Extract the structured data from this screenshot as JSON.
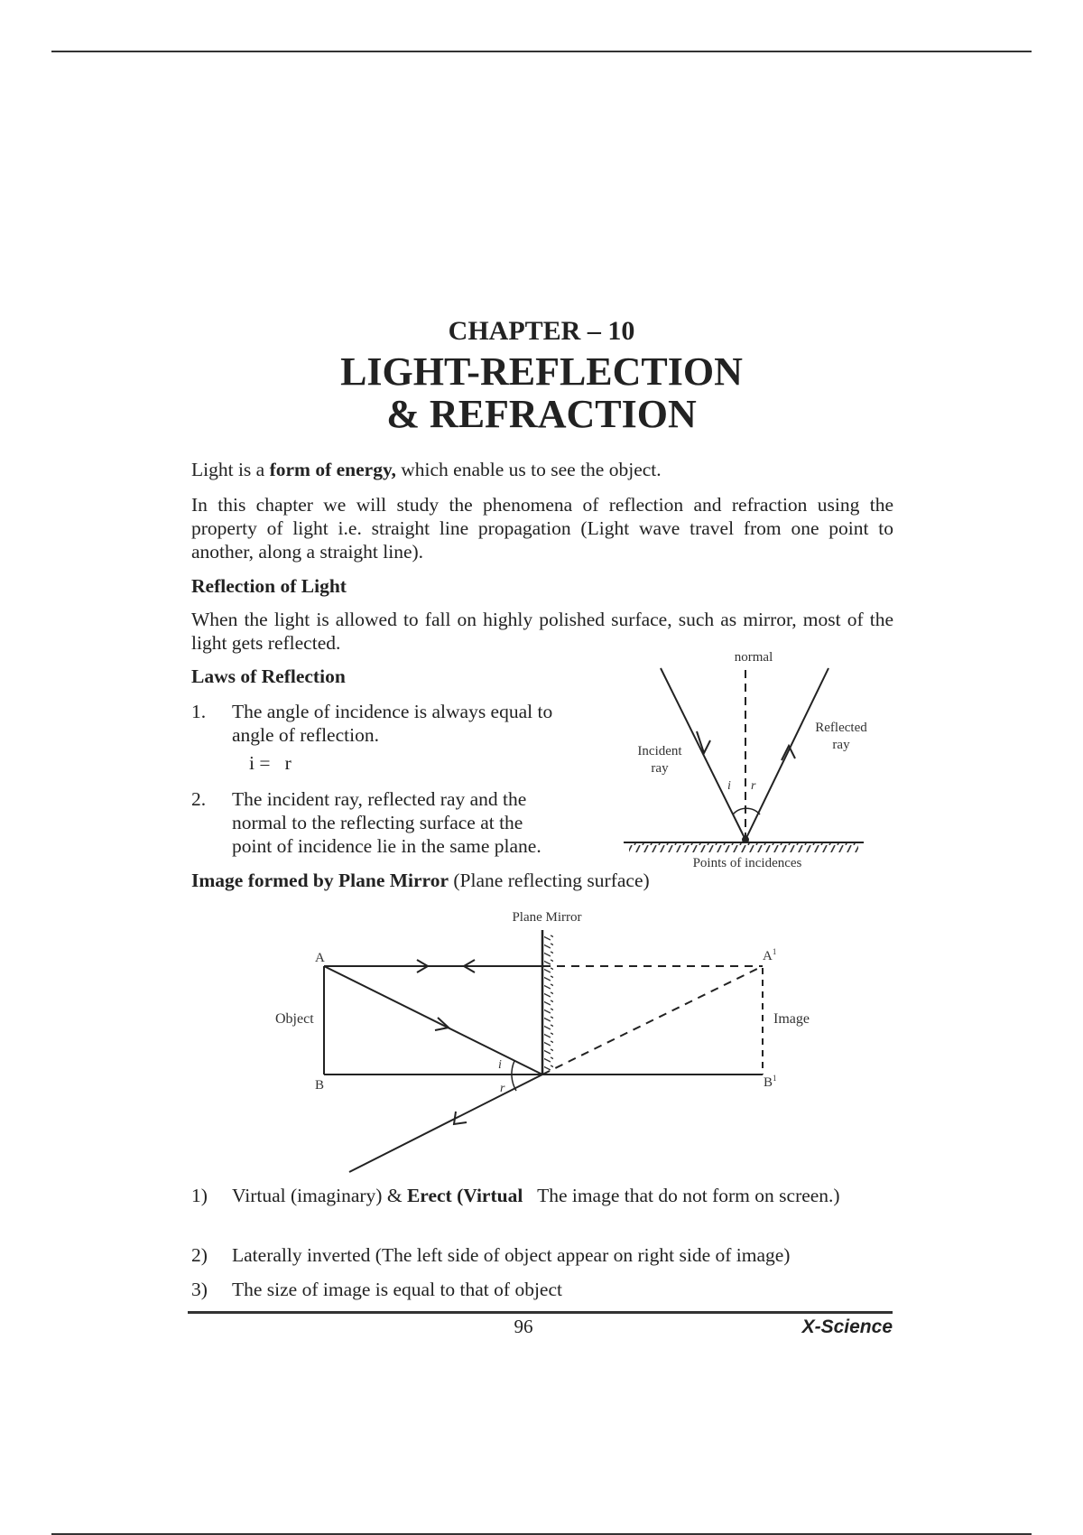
{
  "chapter": {
    "number": "CHAPTER – 10",
    "title_line1": "LIGHT-REFLECTION",
    "title_line2": "& REFRACTION"
  },
  "intro": {
    "p1_before": "Light is a ",
    "p1_bold": "form of energy,",
    "p1_after": " which enable us to see the object.",
    "p2": "In this chapter we will study the phenomena of reflection and refraction using the property of light i.e. straight line propagation (Light wave travel from one point to another, along a straight line)."
  },
  "reflection": {
    "heading": "Reflection of Light",
    "text": "When the light is allowed to fall on highly polished surface, such as mirror, most of the light gets reflected."
  },
  "laws": {
    "heading": "Laws of Reflection",
    "items": [
      {
        "num": "1.",
        "line1": "The angle of incidence is always equal to",
        "line2": "angle of reflection.",
        "formula": "i =   r"
      },
      {
        "num": "2.",
        "line1": "The incident ray, reflected ray and the",
        "line2": "normal to the reflecting surface at the",
        "line3": "point of incidence lie in the same plane."
      }
    ]
  },
  "reflection_diagram": {
    "normal": "normal",
    "incident_line1": "Incident",
    "incident_line2": "ray",
    "reflected_line1": "Reflected",
    "reflected_line2": "ray",
    "angle_i": "i",
    "angle_r": "r",
    "surface_label": "Points of incidences"
  },
  "plane_mirror": {
    "heading_bold": "Image formed by Plane Mirror",
    "heading_rest": " (Plane reflecting surface)",
    "diagram": {
      "mirror_label": "Plane Mirror",
      "point_a": "A",
      "point_b": "B",
      "point_a1": "A",
      "point_a1_sup": "1",
      "point_b1": "B",
      "point_b1_sup": "1",
      "object_label": "Object",
      "image_label": "Image",
      "angle_i": "i",
      "angle_r": "r"
    }
  },
  "properties": [
    {
      "num": "1)",
      "part1": "Virtual (imaginary) & ",
      "bold": "Erect (Virtual",
      "part2": "   The image that do not form on screen.)"
    },
    {
      "num": "2)",
      "part1": "Laterally inverted (The left side of object appear on right side of image)"
    },
    {
      "num": "3)",
      "part1": "The size of image is equal to that of object"
    }
  ],
  "footer": {
    "page_number": "96",
    "book_title": "X-Science"
  }
}
